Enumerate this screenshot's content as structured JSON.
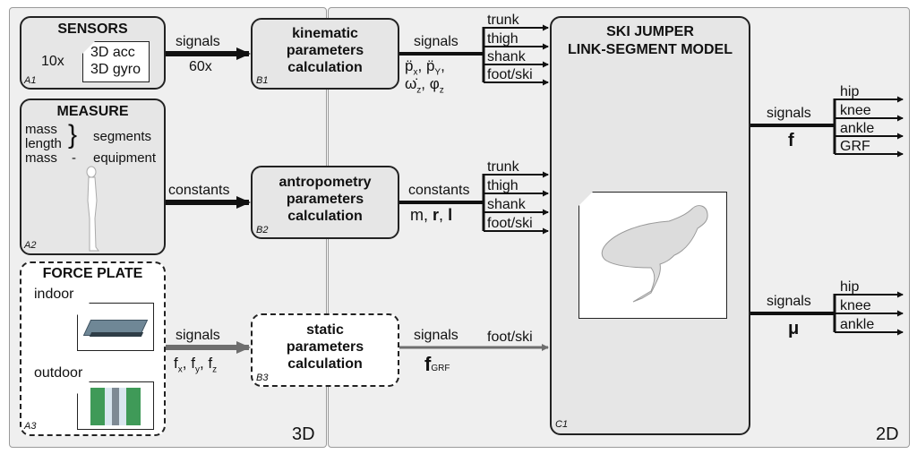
{
  "panels": {
    "left_label": "3D",
    "right_label": "2D"
  },
  "sensors": {
    "id": "A1",
    "title": "SENSORS",
    "count": "10x",
    "line1": "3D acc",
    "line2": "3D gyro"
  },
  "measure": {
    "id": "A2",
    "title": "MEASURE",
    "row1a": "mass",
    "row1b": "length",
    "brace": "}",
    "segments": "segments",
    "row2a": "mass",
    "dash": "-",
    "row2b": "equipment"
  },
  "forceplate": {
    "id": "A3",
    "title": "FORCE PLATE",
    "indoor": "indoor",
    "outdoor": "outdoor"
  },
  "b1": {
    "id": "B1",
    "title1": "kinematic",
    "title2": "parameters",
    "title3": "calculation"
  },
  "b2": {
    "id": "B2",
    "title1": "antropometry",
    "title2": "parameters",
    "title3": "calculation"
  },
  "b3": {
    "id": "B3",
    "title1": "static",
    "title2": "parameters",
    "title3": "calculation"
  },
  "c1": {
    "id": "C1",
    "title1": "SKI JUMPER",
    "title2": "LINK-SEGMENT MODEL"
  },
  "arrows": {
    "a1_top": "signals",
    "a1_bot": "60x",
    "a2_top": "constants",
    "a3_top": "signals",
    "a3_f": "f",
    "a3_x": "x",
    "a3_sep1": ",",
    "a3_fy": "f",
    "a3_y": "y",
    "a3_sep2": ",",
    "a3_fz": "f",
    "a3_z": "z"
  },
  "b1_out": {
    "label": "signals",
    "row1": "p̈",
    "r1x": "x",
    "r1c": ",",
    "r1p": "p̈",
    "r1y": "Y",
    "r1c2": ",",
    "row2": "ω̇",
    "r2z": "z",
    "r2c": ",",
    "r2p": "φ",
    "r2z2": "z",
    "segments": [
      "trunk",
      "thigh",
      "shank",
      "foot/ski"
    ]
  },
  "b2_out": {
    "label": "constants",
    "m": "m",
    "c1": ",",
    "r": "r",
    "c2": ",",
    "l": "l",
    "segments": [
      "trunk",
      "thigh",
      "shank",
      "foot/ski"
    ]
  },
  "b3_out": {
    "label": "signals",
    "f": "f",
    "sub": "GRF",
    "target": "foot/ski"
  },
  "c1_out1": {
    "label": "signals",
    "sym": "f",
    "items": [
      "hip",
      "knee",
      "ankle",
      "GRF"
    ]
  },
  "c1_out2": {
    "label": "signals",
    "sym": "μ",
    "items": [
      "hip",
      "knee",
      "ankle"
    ]
  },
  "colors": {
    "panel": "#efefef",
    "box": "#e6e6e6",
    "arrow": "#111111",
    "gray_arrow": "#6e6e6e"
  }
}
